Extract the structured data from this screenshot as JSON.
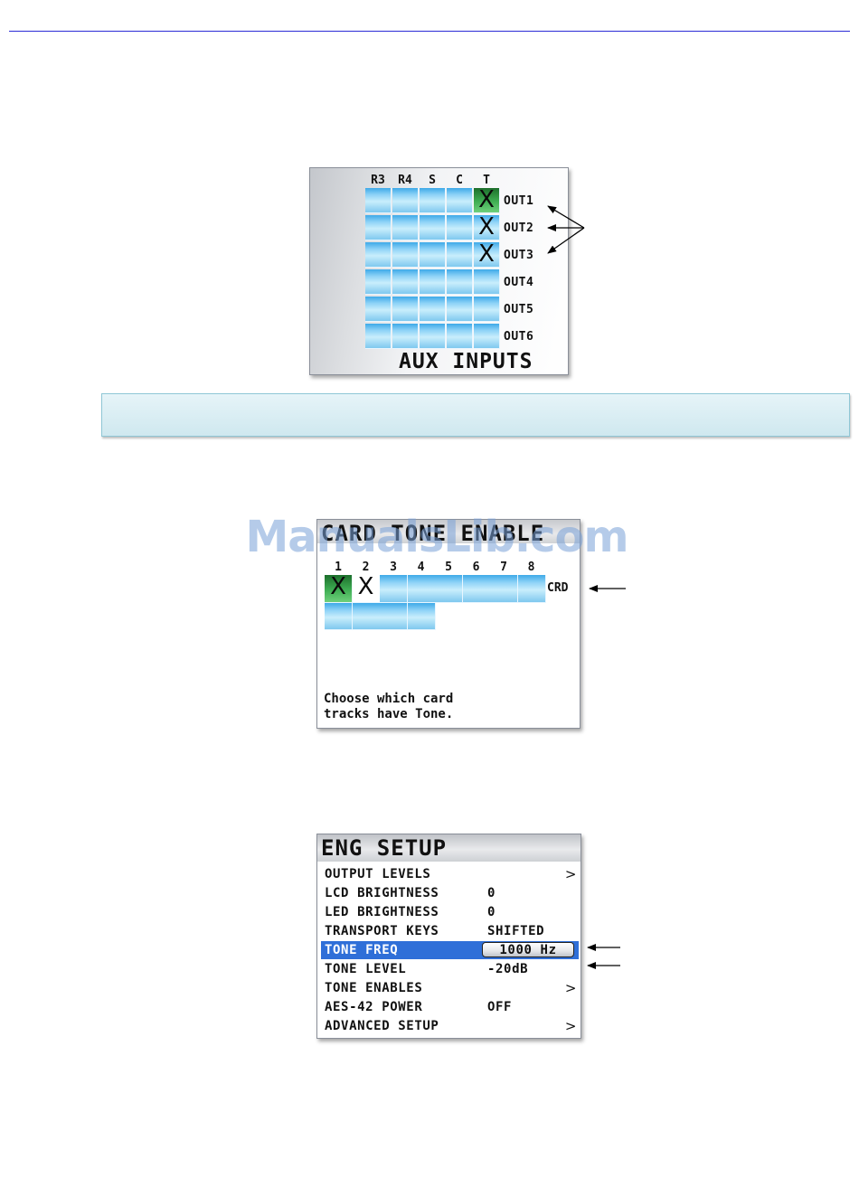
{
  "aux_screen": {
    "columns": [
      "R3",
      "R4",
      "S",
      "C",
      "T"
    ],
    "outputs": [
      "OUT1",
      "OUT2",
      "OUT3",
      "OUT4",
      "OUT5",
      "OUT6"
    ],
    "title": "AUX INPUTS",
    "checked": [
      {
        "row": 0,
        "col": 4,
        "mark": "X",
        "highlight": true
      },
      {
        "row": 1,
        "col": 4,
        "mark": "X",
        "highlight": false
      },
      {
        "row": 2,
        "col": 4,
        "mark": "X",
        "highlight": false
      }
    ]
  },
  "card_screen": {
    "title": "CARD TONE ENABLE",
    "track_numbers": [
      "1",
      "2",
      "3",
      "4",
      "5",
      "6",
      "7",
      "8"
    ],
    "row_label": "CRD",
    "help_text": "Choose which card\ntracks have Tone.",
    "checked": [
      {
        "col": 0,
        "mark": "X",
        "highlight": true
      },
      {
        "col": 1,
        "mark": "X",
        "highlight": false
      }
    ]
  },
  "watermark": "ManualsLib.com",
  "eng_screen": {
    "title": "ENG SETUP",
    "rows": [
      {
        "label": "OUTPUT LEVELS",
        "value": "",
        "chevron": ">"
      },
      {
        "label": "LCD BRIGHTNESS",
        "value": "0",
        "chevron": ""
      },
      {
        "label": "LED BRIGHTNESS",
        "value": "0",
        "chevron": ""
      },
      {
        "label": "TRANSPORT KEYS",
        "value": "SHIFTED",
        "chevron": ""
      },
      {
        "label": "TONE FREQ",
        "value": "1000 Hz",
        "chevron": "",
        "selected": true
      },
      {
        "label": "TONE LEVEL",
        "value": "-20dB",
        "chevron": ""
      },
      {
        "label": "TONE ENABLES",
        "value": "",
        "chevron": ">"
      },
      {
        "label": "AES-42 POWER",
        "value": "OFF",
        "chevron": ""
      },
      {
        "label": "ADVANCED SETUP",
        "value": "",
        "chevron": ">"
      }
    ]
  },
  "colors": {
    "rule": "#2b2bd6",
    "selection": "#2f6fd8",
    "cell_blue": "#8fd3f7",
    "cell_green": "#3fae53",
    "note_bar": "#d6edf3"
  }
}
